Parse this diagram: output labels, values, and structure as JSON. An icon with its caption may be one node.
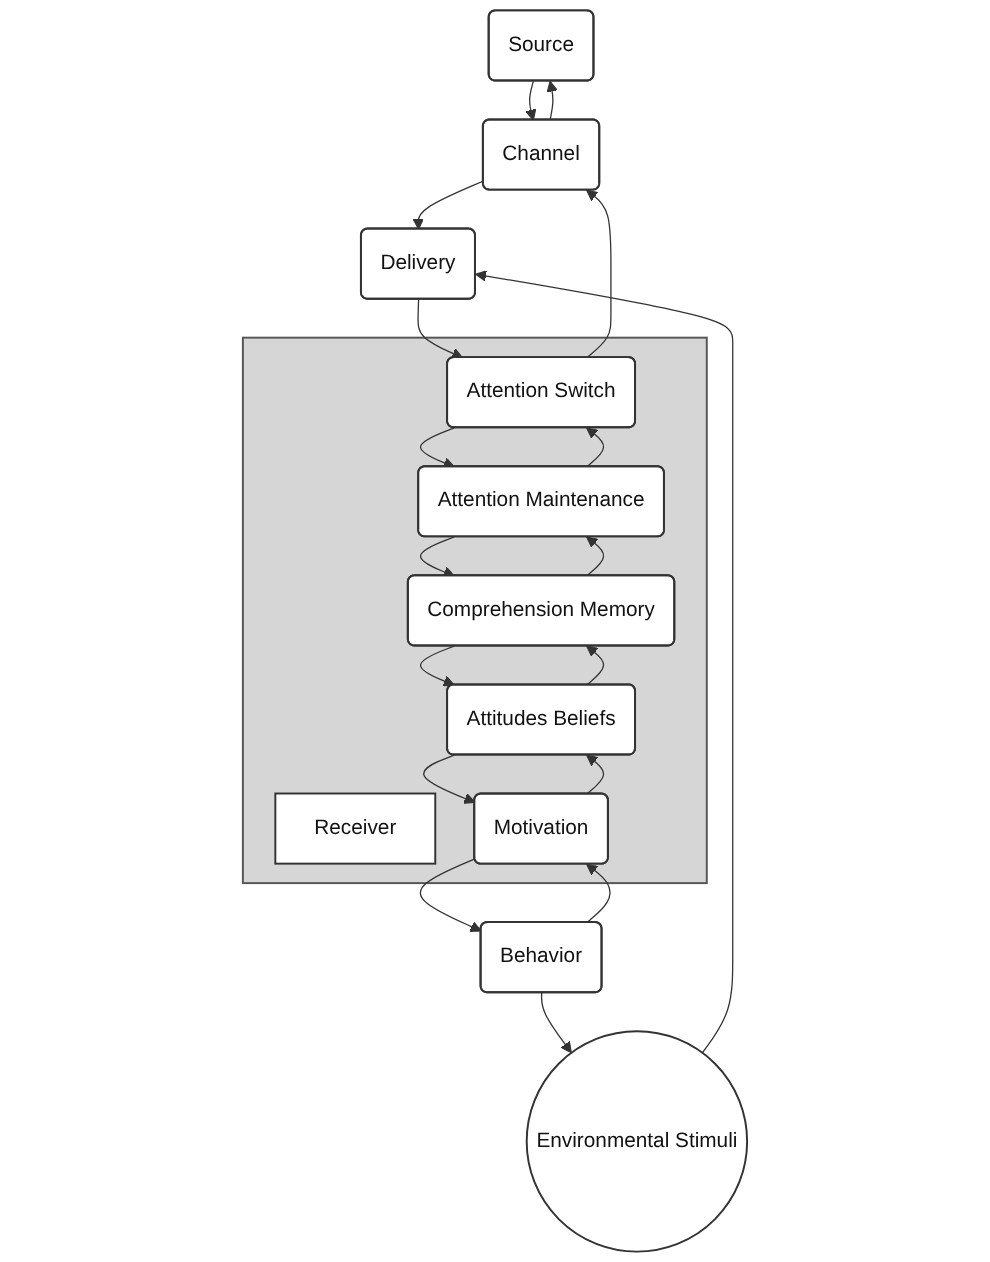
{
  "diagram": {
    "nodes": [
      {
        "text": [
          "Source"
        ]
      },
      {
        "text": [
          "Environmental Stimuli"
        ]
      },
      {
        "text": [
          "Channel"
        ]
      },
      {
        "text": [
          "Delivery"
        ]
      },
      {
        "text": [],
        "shape": "box"
      },
      {
        "text": [
          "Receiver"
        ],
        "in": 4
      },
      {
        "text": [
          "Attention Switch"
        ],
        "in": 4
      },
      {
        "text": [
          "Attention Maintenance"
        ],
        "in": 4
      },
      {
        "text": [
          "Comprehension Memory"
        ],
        "in": 4
      },
      {
        "text": [
          "Attitudes Beliefs"
        ],
        "in": 4
      },
      {
        "text": [
          "Motivation"
        ],
        "in": 4
      },
      {
        "text": [
          "Behavior"
        ]
      }
    ],
    "edges": [
      {
        "from": 0,
        "to": 2,
        "arrow": "to"
      },
      {
        "from": 2,
        "to": 3,
        "arrow": "to"
      },
      {
        "from": 1,
        "to": 3,
        "arrow": "to"
      },
      {
        "from": 3,
        "to": 6,
        "arrow": "to"
      },
      {
        "from": 6,
        "to": 7,
        "arrow": "to"
      },
      {
        "from": 7,
        "to": 8,
        "arrow": "to"
      },
      {
        "from": 8,
        "to": 9,
        "arrow": "to"
      },
      {
        "from": 9,
        "to": 10,
        "arrow": "to"
      },
      {
        "from": 10,
        "to": 11,
        "arrow": "to"
      },
      {
        "from": 11,
        "to": 1,
        "arrow": "to"
      },
      {
        "from": 2,
        "to": 0,
        "arrow": "to"
      },
      {
        "from": 6,
        "to": 2,
        "arrow": "to"
      },
      {
        "from": 7,
        "to": 6,
        "arrow": "to"
      },
      {
        "from": 8,
        "to": 7,
        "arrow": "to"
      },
      {
        "from": 9,
        "to": 8,
        "arrow": "to"
      },
      {
        "from": 10,
        "to": 9,
        "arrow": "to"
      },
      {
        "from": 11,
        "to": 10,
        "arrow": "to"
      }
    ]
  }
}
